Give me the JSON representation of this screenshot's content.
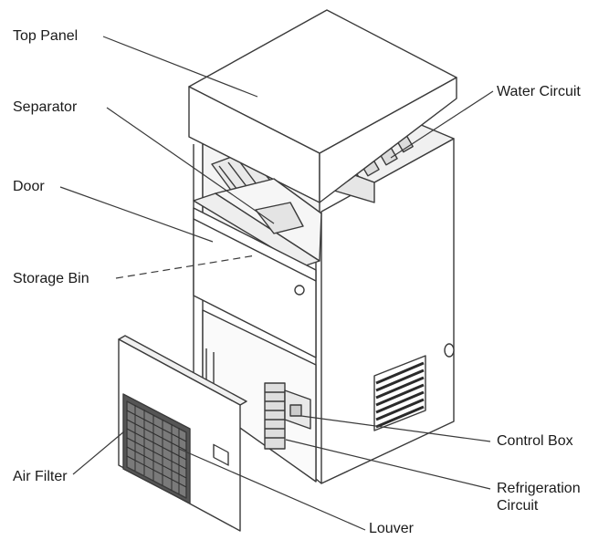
{
  "labels": {
    "top_panel": "Top Panel",
    "separator": "Separator",
    "door": "Door",
    "storage_bin": "Storage Bin",
    "water_circuit": "Water Circuit",
    "control_box": "Control Box",
    "refrigeration_circuit_line1": "Refrigeration",
    "refrigeration_circuit_line2": "Circuit",
    "air_filter": "Air Filter",
    "louver": "Louver"
  },
  "colors": {
    "line": "#3a3a3a",
    "text": "#1a1a1a",
    "background": "#ffffff"
  }
}
